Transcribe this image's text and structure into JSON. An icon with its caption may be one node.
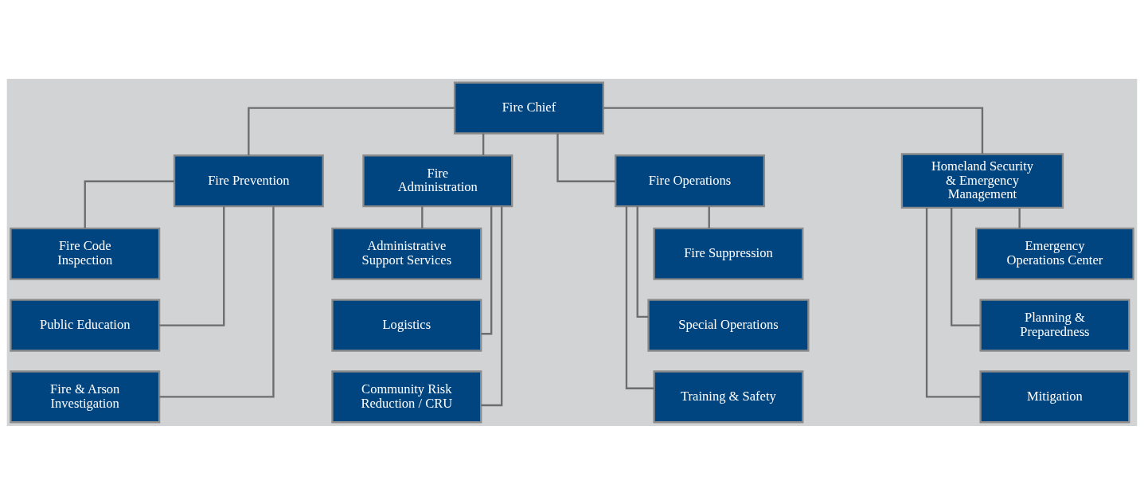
{
  "diagram": {
    "nodes": [
      {
        "text": [
          "Fire Chief"
        ]
      },
      {
        "text": [
          "Fire Prevention"
        ]
      },
      {
        "text": [
          "Fire Administration"
        ]
      },
      {
        "text": [
          "Fire Operations"
        ]
      },
      {
        "text": [
          "Homeland Security & Emergency Management"
        ]
      },
      {
        "text": [
          "Fire Code Inspection"
        ]
      },
      {
        "text": [
          "Public Education"
        ]
      },
      {
        "text": [
          "Fire & Arson Investigation"
        ]
      },
      {
        "text": [
          "Administrative Support Services"
        ]
      },
      {
        "text": [
          "Logistics"
        ]
      },
      {
        "text": [
          "Community Risk Reduction / CRU"
        ]
      },
      {
        "text": [
          "Fire Suppression"
        ]
      },
      {
        "text": [
          "Special Operations"
        ]
      },
      {
        "text": [
          "Training & Safety"
        ]
      },
      {
        "text": [
          "Emergency Operations Center"
        ]
      },
      {
        "text": [
          "Planning & Preparedness"
        ]
      },
      {
        "text": [
          "Mitigation"
        ]
      }
    ],
    "edges": [
      {
        "from": 0,
        "to": 1,
        "arrow": "none"
      },
      {
        "from": 0,
        "to": 2,
        "arrow": "none"
      },
      {
        "from": 0,
        "to": 3,
        "arrow": "none"
      },
      {
        "from": 0,
        "to": 4,
        "arrow": "none"
      },
      {
        "from": 1,
        "to": 5,
        "arrow": "none"
      },
      {
        "from": 1,
        "to": 6,
        "arrow": "none"
      },
      {
        "from": 1,
        "to": 7,
        "arrow": "none"
      },
      {
        "from": 2,
        "to": 8,
        "arrow": "none"
      },
      {
        "from": 2,
        "to": 9,
        "arrow": "none"
      },
      {
        "from": 2,
        "to": 10,
        "arrow": "none"
      },
      {
        "from": 3,
        "to": 11,
        "arrow": "none"
      },
      {
        "from": 3,
        "to": 12,
        "arrow": "none"
      },
      {
        "from": 3,
        "to": 13,
        "arrow": "none"
      },
      {
        "from": 4,
        "to": 14,
        "arrow": "none"
      },
      {
        "from": 4,
        "to": 15,
        "arrow": "none"
      },
      {
        "from": 4,
        "to": 16,
        "arrow": "none"
      }
    ]
  }
}
